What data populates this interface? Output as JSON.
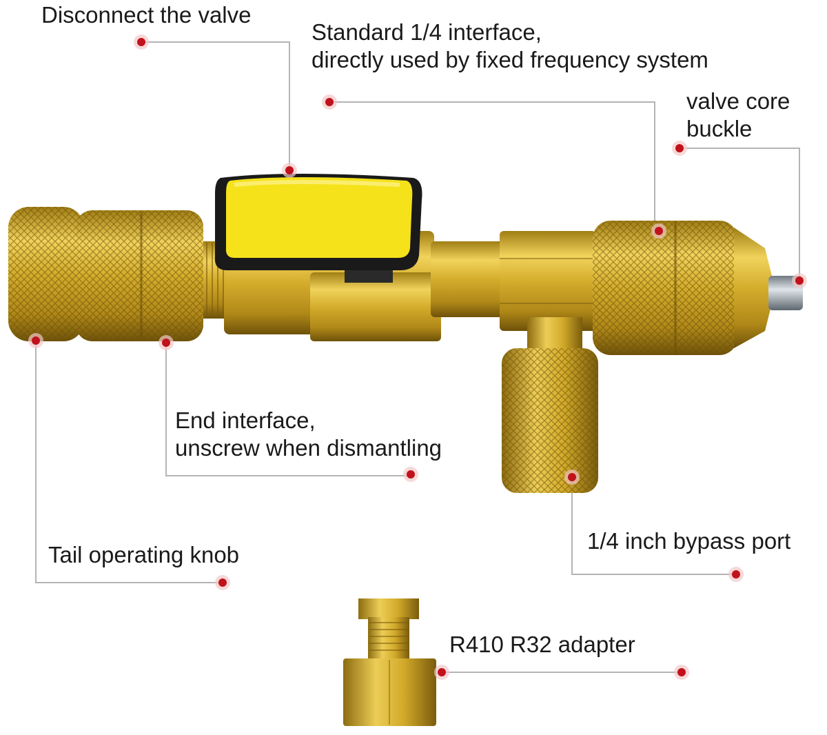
{
  "colors": {
    "leader_line": "#b4b4b4",
    "marker": "#c0121c",
    "brass": "#c9a227",
    "brass_dark": "#8a6a10",
    "brass_light": "#f2d96a",
    "handle": "#f5e21b",
    "handle_edge": "#1a1a1a",
    "steel": "#9aa4ad"
  },
  "labels": {
    "disconnect_valve": "Disconnect the valve",
    "standard_interface_line1": "Standard 1/4 interface,",
    "standard_interface_line2": "directly used by fixed frequency system",
    "valve_core_buckle_line1": "valve core",
    "valve_core_buckle_line2": "buckle",
    "end_interface_line1": "End interface,",
    "end_interface_line2": "unscrew when dismantling",
    "tail_knob": "Tail operating knob",
    "bypass_port": "1/4 inch bypass port",
    "adapter": "R410 R32 adapter"
  }
}
